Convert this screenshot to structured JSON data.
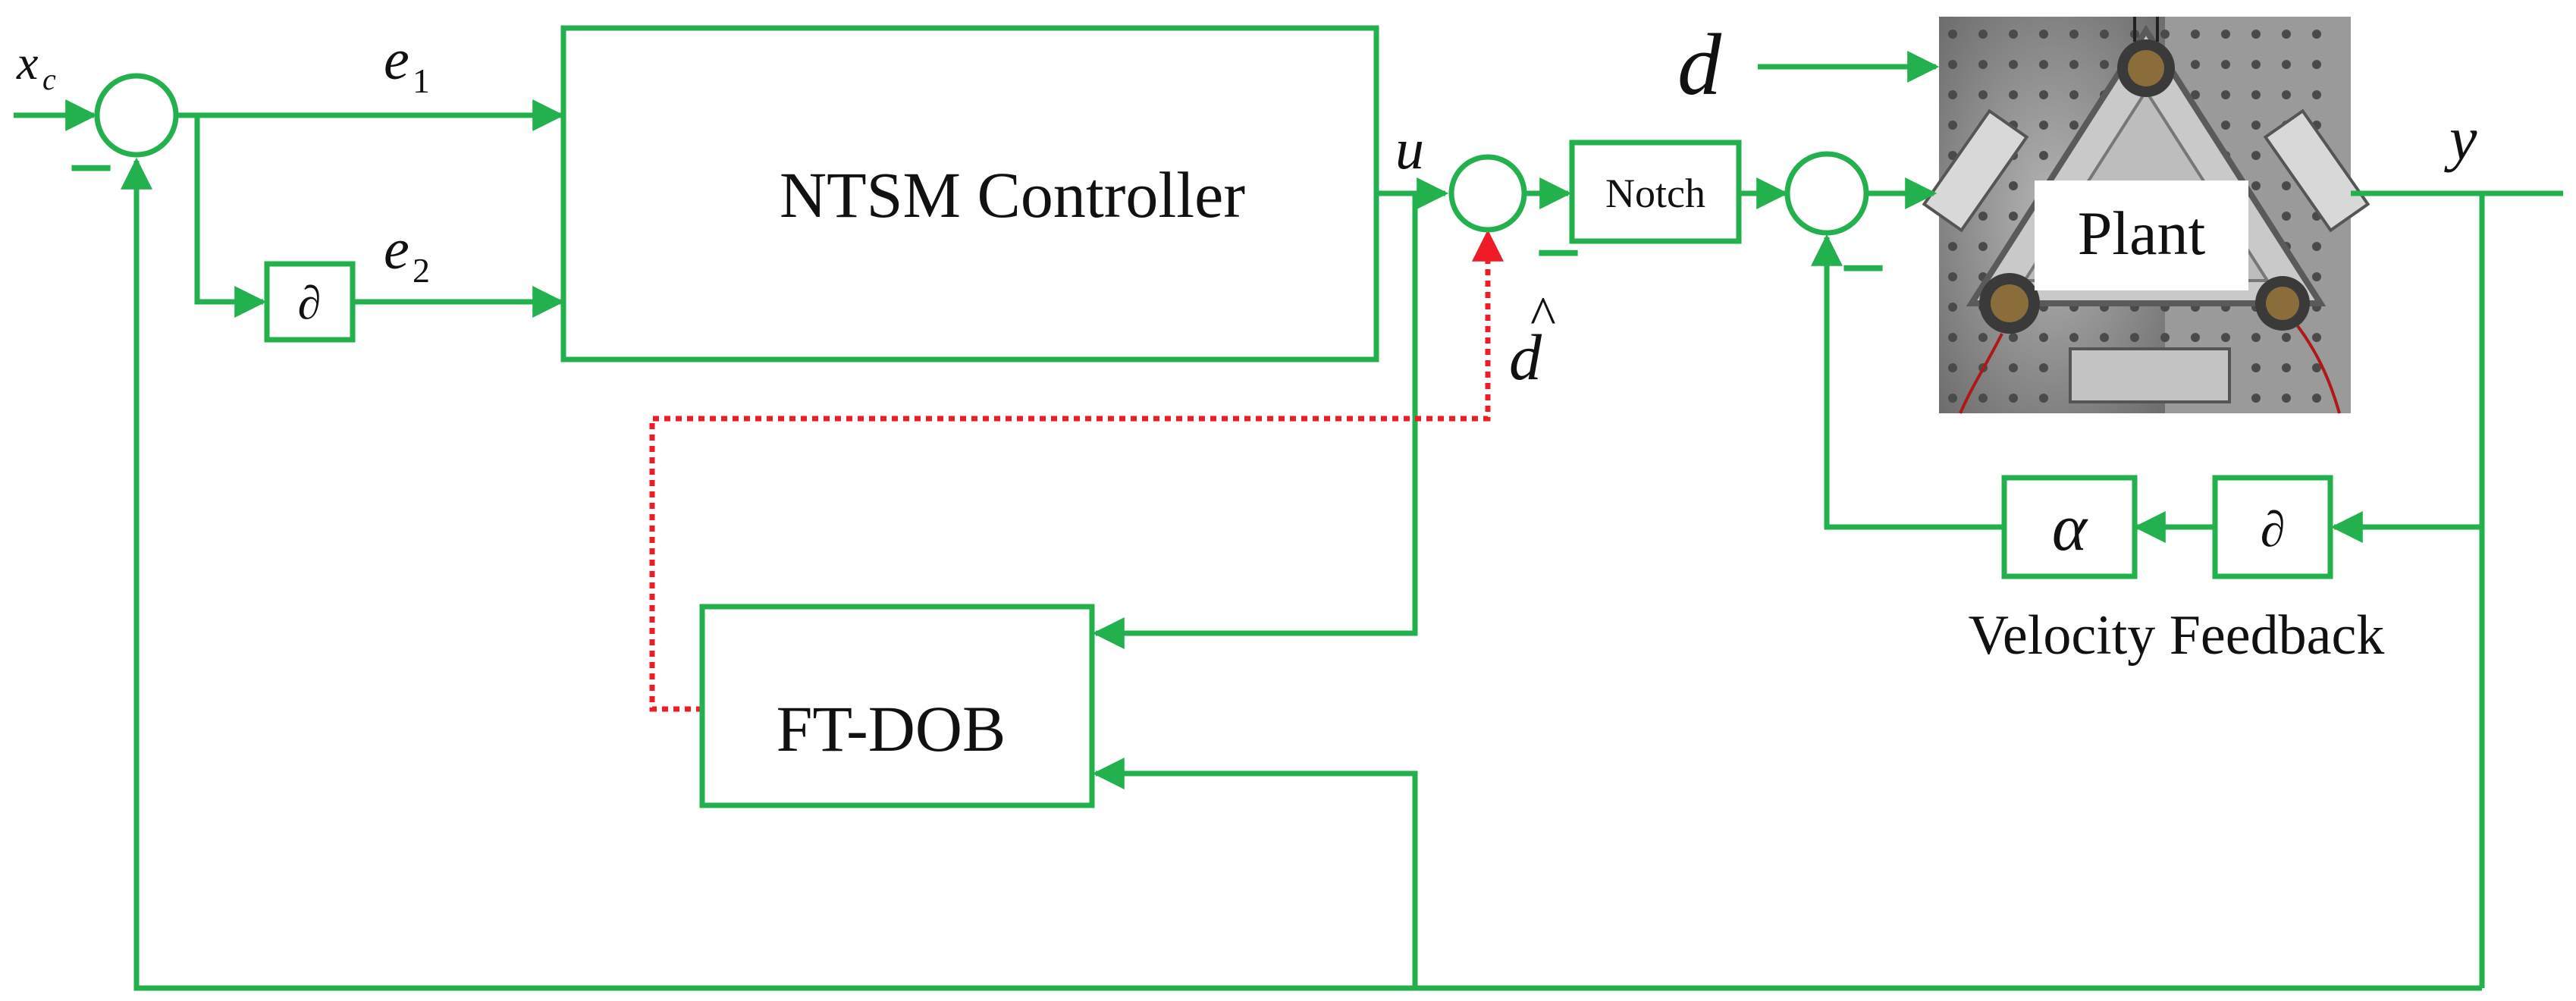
{
  "colors": {
    "wire": "#22b14c",
    "estimate_path": "#ee1c24",
    "text": "#111111",
    "plate": "#8c8c8c"
  },
  "signals": {
    "command": "x",
    "command_sub": "c",
    "error1": "e",
    "error1_sub": "1",
    "error2": "e",
    "error2_sub": "2",
    "control": "u",
    "disturbance": "d",
    "disturbance_estimate": "d",
    "disturbance_estimate_accent": "^",
    "output": "y"
  },
  "blocks": {
    "controller": "NTSM Controller",
    "notch": "Notch",
    "plant": "Plant",
    "observer": "FT-DOB",
    "derivative": "∂",
    "velocity_gain": "α"
  },
  "labels": {
    "velocity_feedback": "Velocity Feedback"
  },
  "signs": {
    "minus": "−"
  }
}
